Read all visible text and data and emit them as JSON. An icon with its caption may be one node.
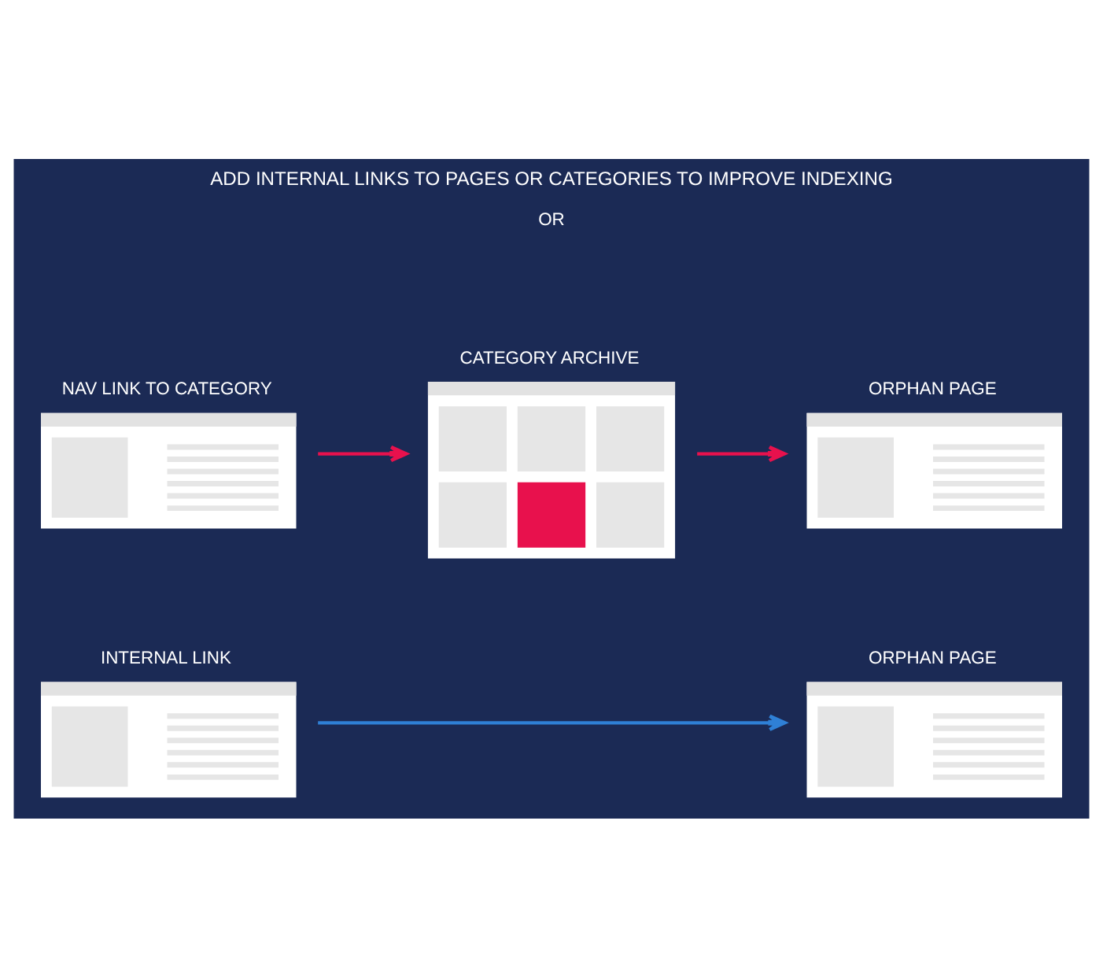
{
  "diagram": {
    "title": "ADD INTERNAL LINKS TO PAGES OR CATEGORIES TO IMPROVE INDEXING",
    "nodes": [
      {
        "text": [
          "INTERNAL LINK"
        ]
      },
      {
        "text": [
          "ORPHAN PAGE"
        ]
      },
      {
        "text": [
          "NAV LINK TO CATEGORY"
        ]
      },
      {
        "text": [
          "CATEGORY ARCHIVE"
        ]
      },
      {
        "text": [
          "ORPHAN PAGE"
        ]
      }
    ],
    "edges": [
      {
        "from": 0,
        "to": 1,
        "arrow": "to",
        "color": "#2f80d6"
      },
      {
        "from": 2,
        "to": 3,
        "arrow": "to",
        "color": "#e8114d"
      },
      {
        "from": 3,
        "to": 4,
        "arrow": "to",
        "color": "#e8114d"
      }
    ],
    "labels": [
      "OR"
    ]
  }
}
